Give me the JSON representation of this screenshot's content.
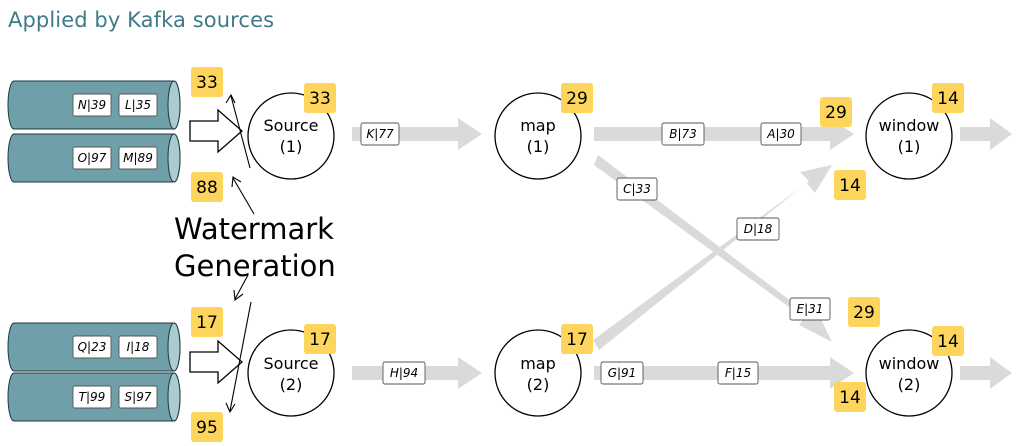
{
  "title": "Applied by Kafka sources",
  "annotation": {
    "line1": "Watermark",
    "line2": "Generation"
  },
  "partitions": [
    {
      "records": [
        "N|39",
        "L|35"
      ]
    },
    {
      "records": [
        "O|97",
        "M|89"
      ]
    },
    {
      "records": [
        "Q|23",
        "I|18"
      ]
    },
    {
      "records": [
        "T|99",
        "S|97"
      ]
    }
  ],
  "partition_watermarks": [
    "33",
    "88",
    "17",
    "95"
  ],
  "nodes": {
    "source1": {
      "name": "Source",
      "index": "(1)",
      "watermark": "33"
    },
    "source2": {
      "name": "Source",
      "index": "(2)",
      "watermark": "17"
    },
    "map1": {
      "name": "map",
      "index": "(1)",
      "watermark": "29"
    },
    "map2": {
      "name": "map",
      "index": "(2)",
      "watermark": "17"
    },
    "window1": {
      "name": "window",
      "index": "(1)",
      "watermark": "14",
      "input_watermarks": [
        "29",
        "14"
      ]
    },
    "window2": {
      "name": "window",
      "index": "(2)",
      "watermark": "14",
      "input_watermarks": [
        "29",
        "14"
      ]
    }
  },
  "stream_records": {
    "source1_to_map1": [
      "K|77"
    ],
    "source2_to_map2": [
      "H|94"
    ],
    "map1_to_window1": [
      "B|73",
      "A|30"
    ],
    "map1_to_window2": [
      "C|33",
      "E|31"
    ],
    "map2_to_window1": [
      "D|18"
    ],
    "map2_to_window2": [
      "G|91",
      "F|15"
    ]
  }
}
